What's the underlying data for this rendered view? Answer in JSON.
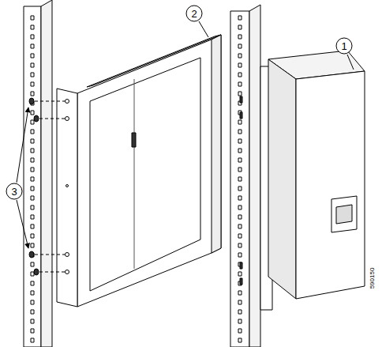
{
  "diagram": {
    "labels": [
      "1",
      "2",
      "3",
      "590150"
    ]
  }
}
